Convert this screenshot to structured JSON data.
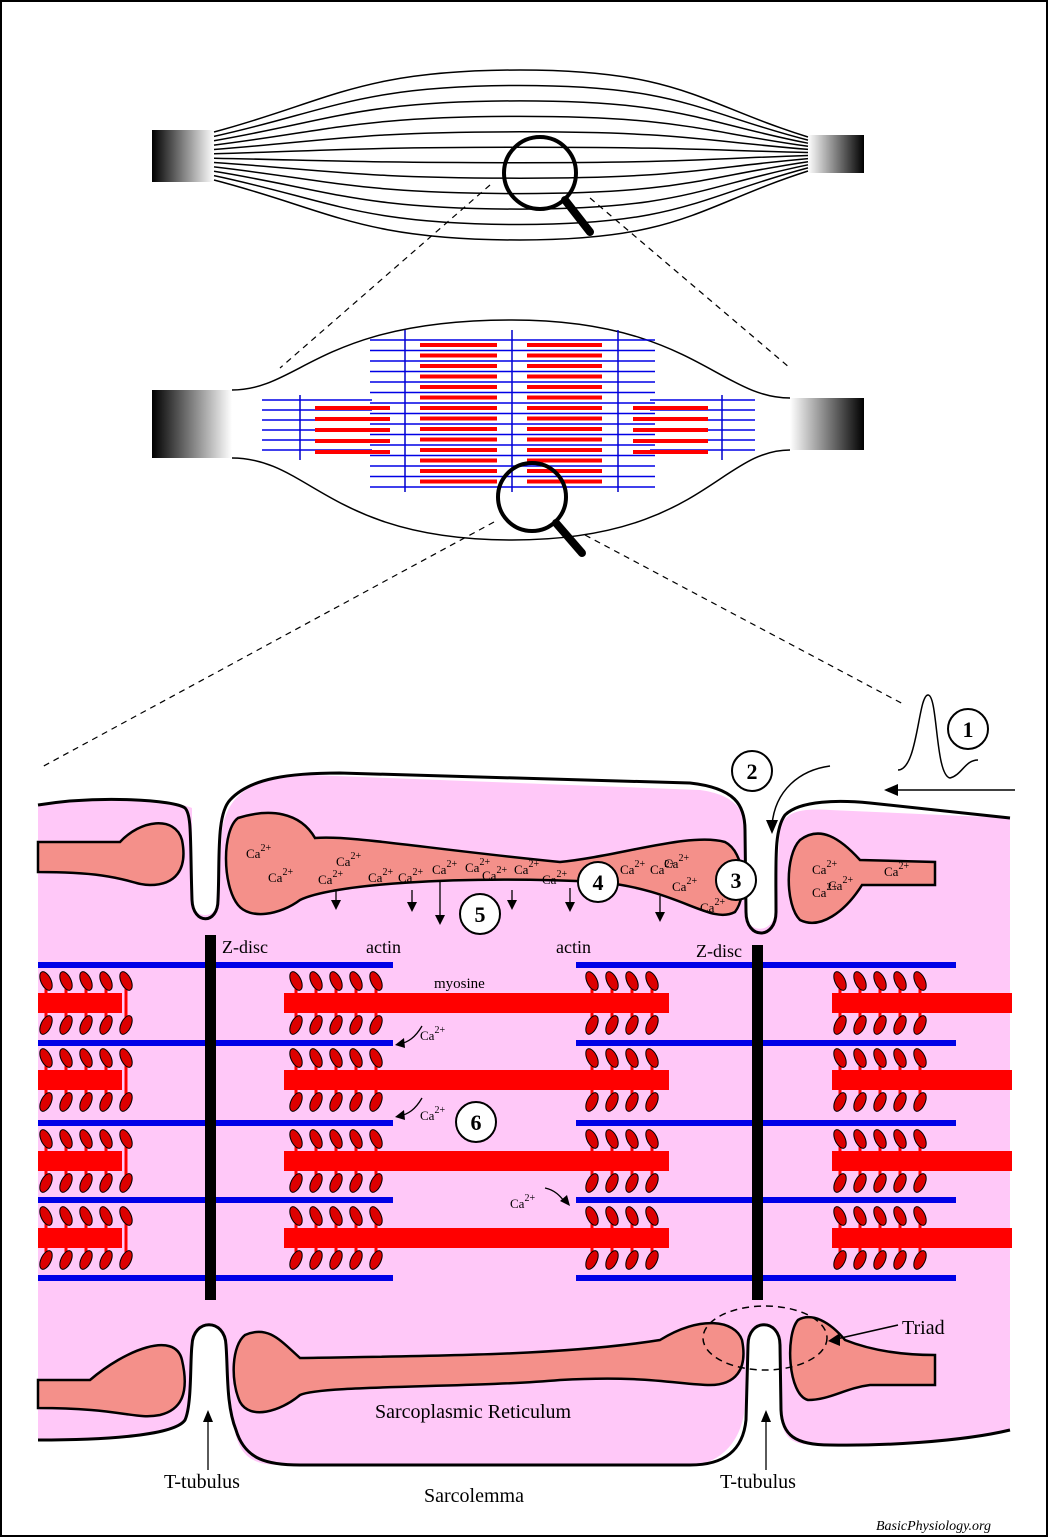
{
  "labels": {
    "z_disc_left": "Z-disc",
    "z_disc_right": "Z-disc",
    "actin_left": "actin",
    "actin_right": "actin",
    "myosine": "myosine",
    "triad": "Triad",
    "sarcoplasmic_reticulum": "Sarcoplasmic Reticulum",
    "t_tubulus_left": "T-tubulus",
    "t_tubulus_right": "T-tubulus",
    "sarcolemma": "Sarcolemma",
    "credit": "BasicPhysiology.org"
  },
  "steps": [
    "1",
    "2",
    "3",
    "4",
    "5",
    "6"
  ],
  "ion": {
    "base": "Ca",
    "charge": "2+"
  },
  "colors": {
    "cytoplasm": "#FFC8F8",
    "reticulum": "#F4908A",
    "actin": "#0000E6",
    "myosin": "#FF0000",
    "zdisc": "#000000"
  }
}
